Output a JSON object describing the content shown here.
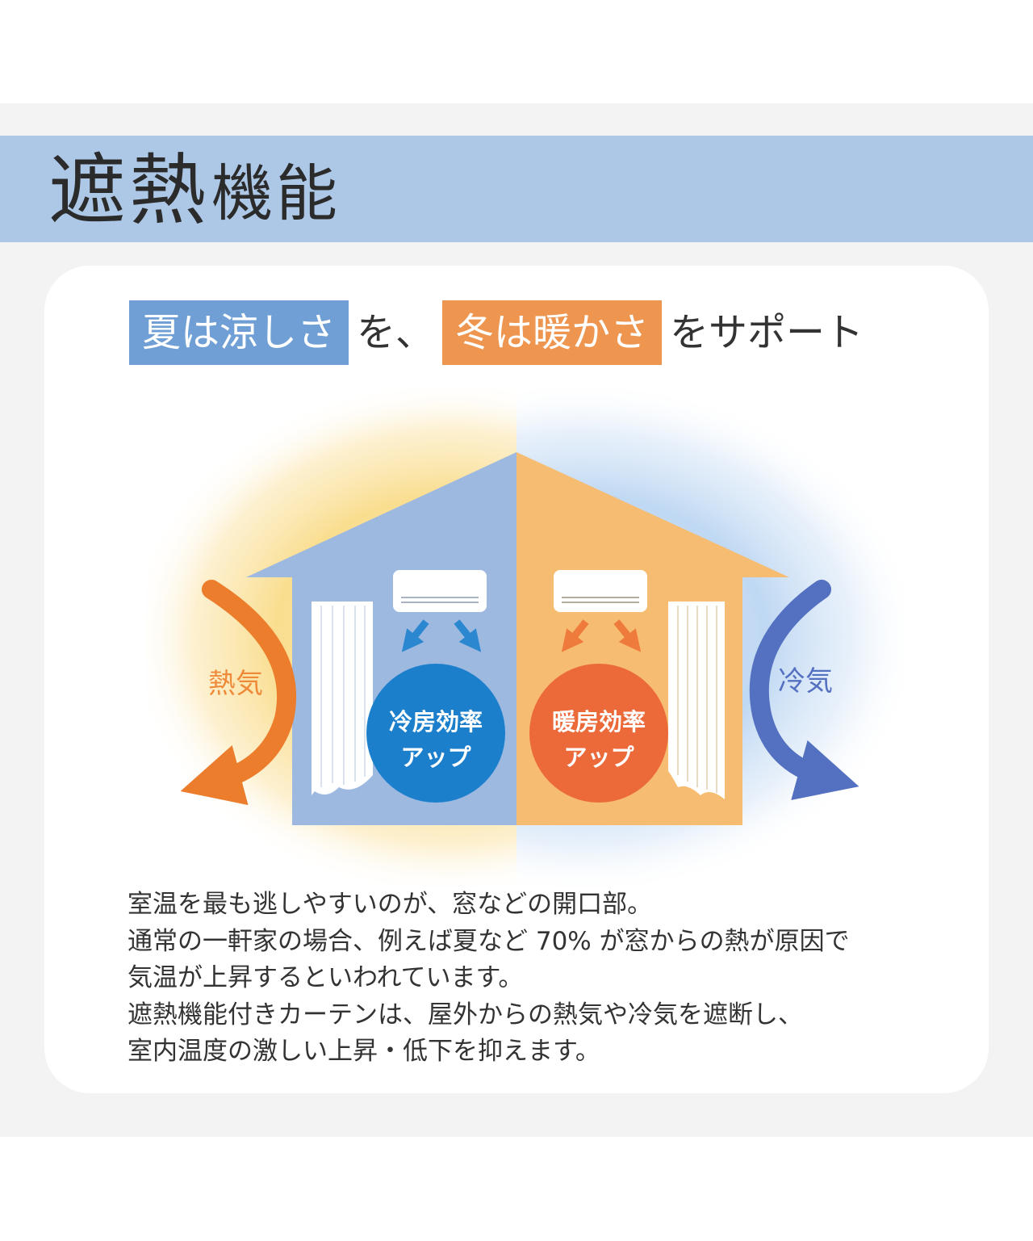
{
  "title": {
    "big": "遮熱",
    "small": "機能"
  },
  "headline": {
    "summer": "夏は涼しさ",
    "join": "を、",
    "winter": "冬は暖かさ",
    "tail": "をサポート"
  },
  "diagram": {
    "heat_label": "熱気",
    "cold_label": "冷気",
    "cooling_badge": {
      "line1": "冷房効率",
      "line2": "アップ"
    },
    "heating_badge": {
      "line1": "暖房効率",
      "line2": "アップ"
    }
  },
  "colors": {
    "title_band": "#adc7e6",
    "summer_blue": "#6f9fd4",
    "winter_orange": "#ee9650",
    "house_blue": "#9db9e0",
    "house_orange": "#f6bc72",
    "cooling_circle": "#1b7fcc",
    "heating_circle": "#ec6a3a",
    "heat_arrow": "#ec7d2c",
    "cold_arrow": "#5470c0"
  },
  "body_text": [
    "室温を最も逃しやすいのが、窓などの開口部。",
    "通常の一軒家の場合、例えば夏など 70% が窓からの熱が原因で",
    "気温が上昇するといわれています。",
    "遮熱機能付きカーテンは、屋外からの熱気や冷気を遮断し、",
    "室内温度の激しい上昇・低下を抑えます。"
  ]
}
